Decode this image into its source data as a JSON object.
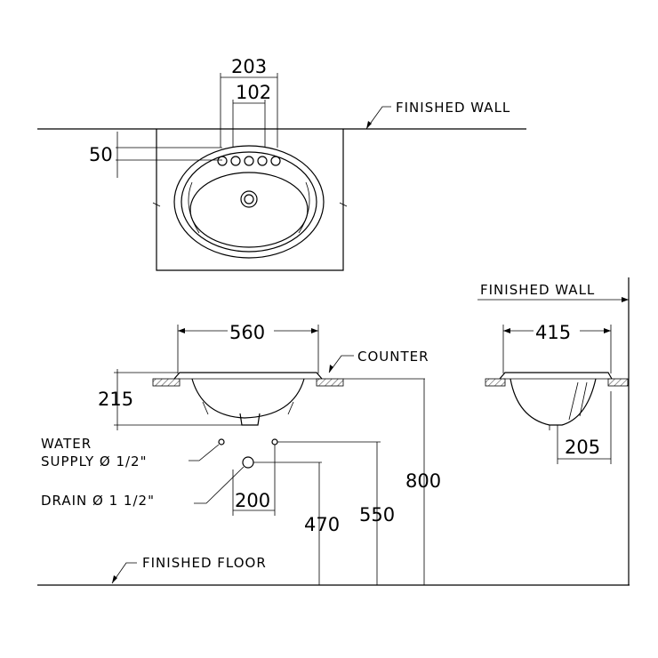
{
  "labels": {
    "finished_wall_top": "FINISHED WALL",
    "finished_wall_side": "FINISHED WALL",
    "counter": "COUNTER",
    "water_supply_line1": "WATER",
    "water_supply_line2": "SUPPLY Ø 1/2\"",
    "drain": "DRAIN Ø 1  1/2\"",
    "finished_floor": "FINISHED FLOOR"
  },
  "dimensions": {
    "tap_hole_outer": "203",
    "tap_hole_inner": "102",
    "wall_offset": "50",
    "basin_width": "560",
    "basin_height": "215",
    "drain_offset": "200",
    "drain_height": "470",
    "supply_height": "550",
    "counter_height": "800",
    "side_depth": "415",
    "side_drain_offset": "205"
  }
}
